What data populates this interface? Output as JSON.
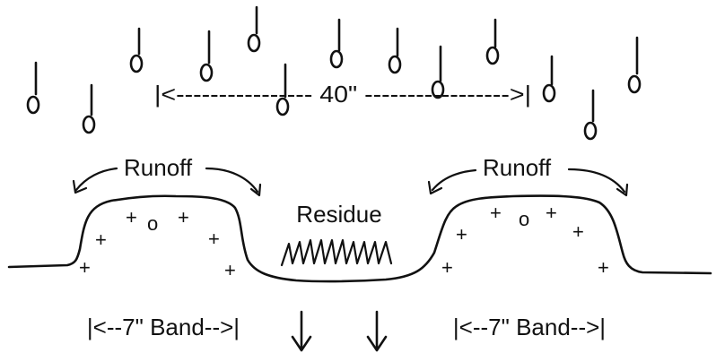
{
  "labels": {
    "spacing": "|<---------------- 40\" ----------------->|",
    "runoff_left": "Runoff",
    "runoff_right": "Runoff",
    "residue": "Residue",
    "band_left": "|<--7\" Band-->|",
    "band_right": "|<--7\" Band-->|"
  },
  "bed_symbols": {
    "plus": "+",
    "seed": "o"
  },
  "colors": {
    "ink": "#111111",
    "background": "#ffffff"
  }
}
